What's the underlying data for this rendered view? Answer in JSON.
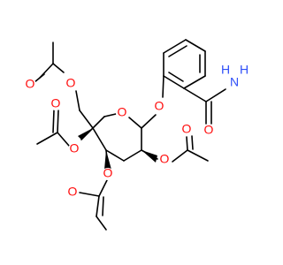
{
  "title": "",
  "colors": {
    "carbon": "#000000",
    "oxygen": "#ff0d0d",
    "nitrogen": "#3050f8",
    "background": "#ffffff"
  },
  "atoms": [
    {
      "id": "O1",
      "element": "oxygen",
      "label": "O"
    },
    {
      "id": "O2",
      "element": "oxygen",
      "label": "O"
    },
    {
      "id": "O3",
      "element": "oxygen",
      "label": "O"
    },
    {
      "id": "O4",
      "element": "oxygen",
      "label": "O"
    },
    {
      "id": "O5",
      "element": "oxygen",
      "label": "O"
    },
    {
      "id": "O6",
      "element": "oxygen",
      "label": "O"
    },
    {
      "id": "O7",
      "element": "oxygen",
      "label": "O"
    },
    {
      "id": "O8",
      "element": "oxygen",
      "label": "O"
    },
    {
      "id": "O9",
      "element": "oxygen",
      "label": "O"
    },
    {
      "id": "O10",
      "element": "oxygen",
      "label": "O"
    },
    {
      "id": "O11",
      "element": "oxygen",
      "label": "O"
    },
    {
      "id": "N1",
      "element": "nitrogen",
      "label": "N"
    },
    {
      "id": "H1",
      "element": "nitrogen",
      "label": "H"
    },
    {
      "id": "H2",
      "element": "nitrogen",
      "label": "H"
    }
  ]
}
